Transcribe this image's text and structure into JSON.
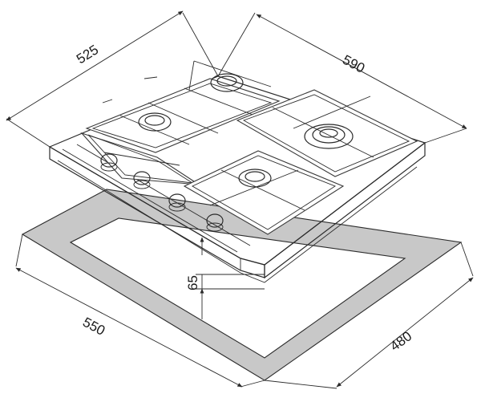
{
  "dimensions": {
    "hob_depth": "525",
    "hob_width": "590",
    "cutout_width": "550",
    "cutout_depth": "480",
    "build_in_height": "65"
  },
  "colors": {
    "line": "#2b2b2b",
    "cutout_gasket": "#c8c8c8",
    "background": "#ffffff"
  }
}
